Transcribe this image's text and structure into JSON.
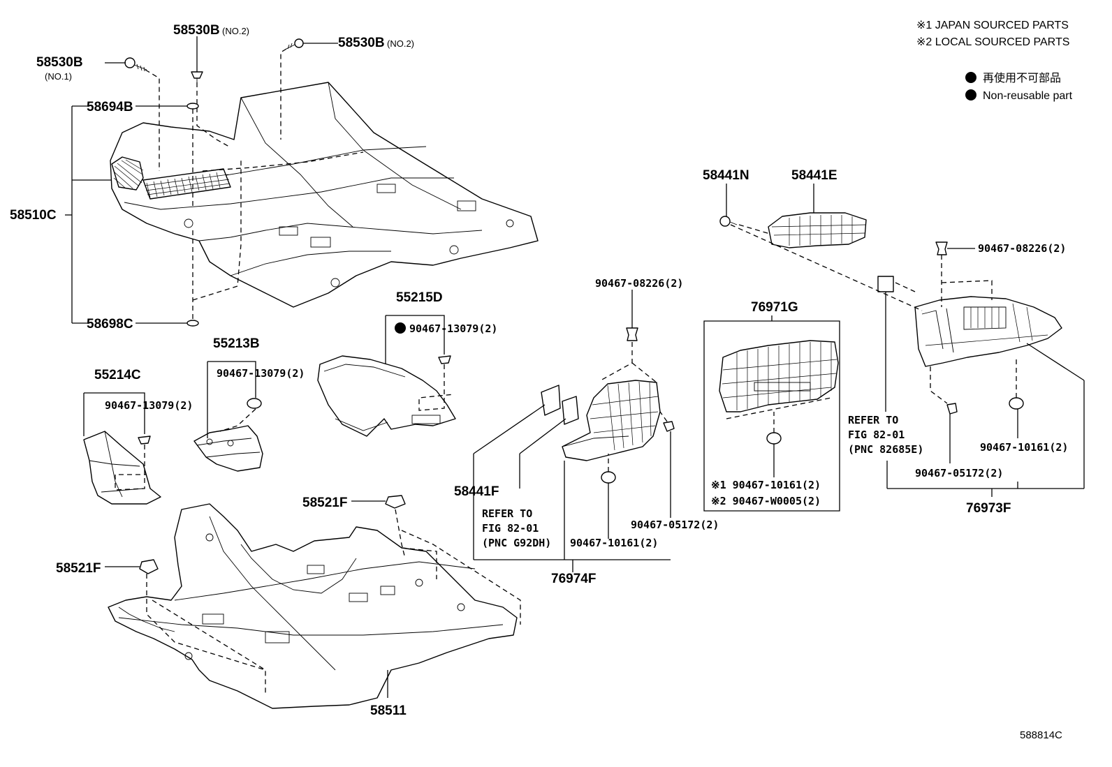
{
  "legend": {
    "japan": "※1 JAPAN SOURCED PARTS",
    "local": "※2 LOCAL SOURCED PARTS",
    "nonreusable_jp": "再使用不可部品",
    "nonreusable_en": "Non-reusable part"
  },
  "labels": {
    "p58530B_no2_a": "58530B",
    "p58530B_no2_a_sub": "(NO.2)",
    "p58530B_no2_b": "58530B",
    "p58530B_no2_b_sub": "(NO.2)",
    "p58530B_no1": "58530B",
    "p58530B_no1_sub": "(NO.1)",
    "p58694B": "58694B",
    "p58510C": "58510C",
    "p58698C": "58698C",
    "p55215D": "55215D",
    "p55215D_clip": "90467-13079(2)",
    "p55213B": "55213B",
    "p55213B_clip": "90467-13079(2)",
    "p55214C": "55214C",
    "p55214C_clip": "90467-13079(2)",
    "p58521F_a": "58521F",
    "p58521F_b": "58521F",
    "p58511": "58511",
    "p58441N": "58441N",
    "p58441E": "58441E",
    "p58441F": "58441F",
    "p90467_08226_a": "90467-08226(2)",
    "p90467_08226_b": "90467-08226(2)",
    "p76971G": "76971G",
    "p76971G_clip1": "※1 90467-10161(2)",
    "p76971G_clip2": "※2 90467-W0005(2)",
    "p76974F": "76974F",
    "p76974F_clip_a": "90467-10161(2)",
    "p76974F_clip_b": "90467-05172(2)",
    "refer_a_1": "REFER TO",
    "refer_a_2": "FIG 82-01",
    "refer_a_3": "(PNC G92DH)",
    "refer_b_1": "REFER TO",
    "refer_b_2": "FIG 82-01",
    "refer_b_3": "(PNC 82685E)",
    "p90467_10161_r": "90467-10161(2)",
    "p90467_05172_r": "90467-05172(2)",
    "p76973F": "76973F",
    "figure_id": "588814C"
  }
}
